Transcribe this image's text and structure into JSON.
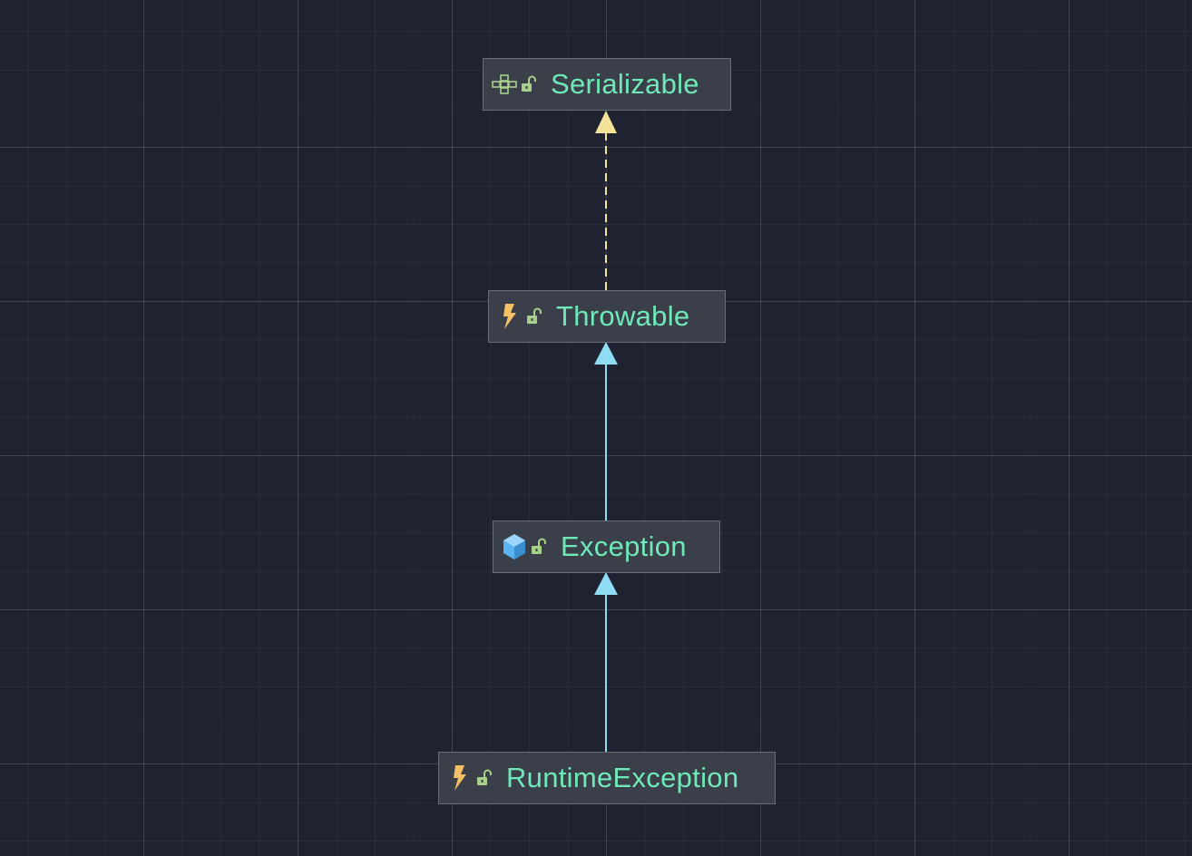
{
  "diagram": {
    "nodes": [
      {
        "id": "serializable",
        "label": "Serializable",
        "icon": "interface-icon"
      },
      {
        "id": "throwable",
        "label": "Throwable",
        "icon": "lightning-icon"
      },
      {
        "id": "exception",
        "label": "Exception",
        "icon": "class-cube-icon"
      },
      {
        "id": "runtime_exception",
        "label": "RuntimeException",
        "icon": "lightning-icon"
      }
    ],
    "edges": [
      {
        "from": "throwable",
        "to": "serializable",
        "kind": "implements",
        "style": "dashed",
        "color": "#f5e29a"
      },
      {
        "from": "exception",
        "to": "throwable",
        "kind": "extends",
        "style": "solid",
        "color": "#8fdcf5"
      },
      {
        "from": "runtime_exception",
        "to": "exception",
        "kind": "extends",
        "style": "solid",
        "color": "#8fdcf5"
      }
    ],
    "colors": {
      "background": "#1f2230",
      "node_fill": "#3b3f49",
      "node_border": "#6a6e78",
      "label": "#6ee9b7",
      "lock": "#a7d08a",
      "lightning": "#f3c066",
      "cube": "#5ab5f0"
    }
  }
}
